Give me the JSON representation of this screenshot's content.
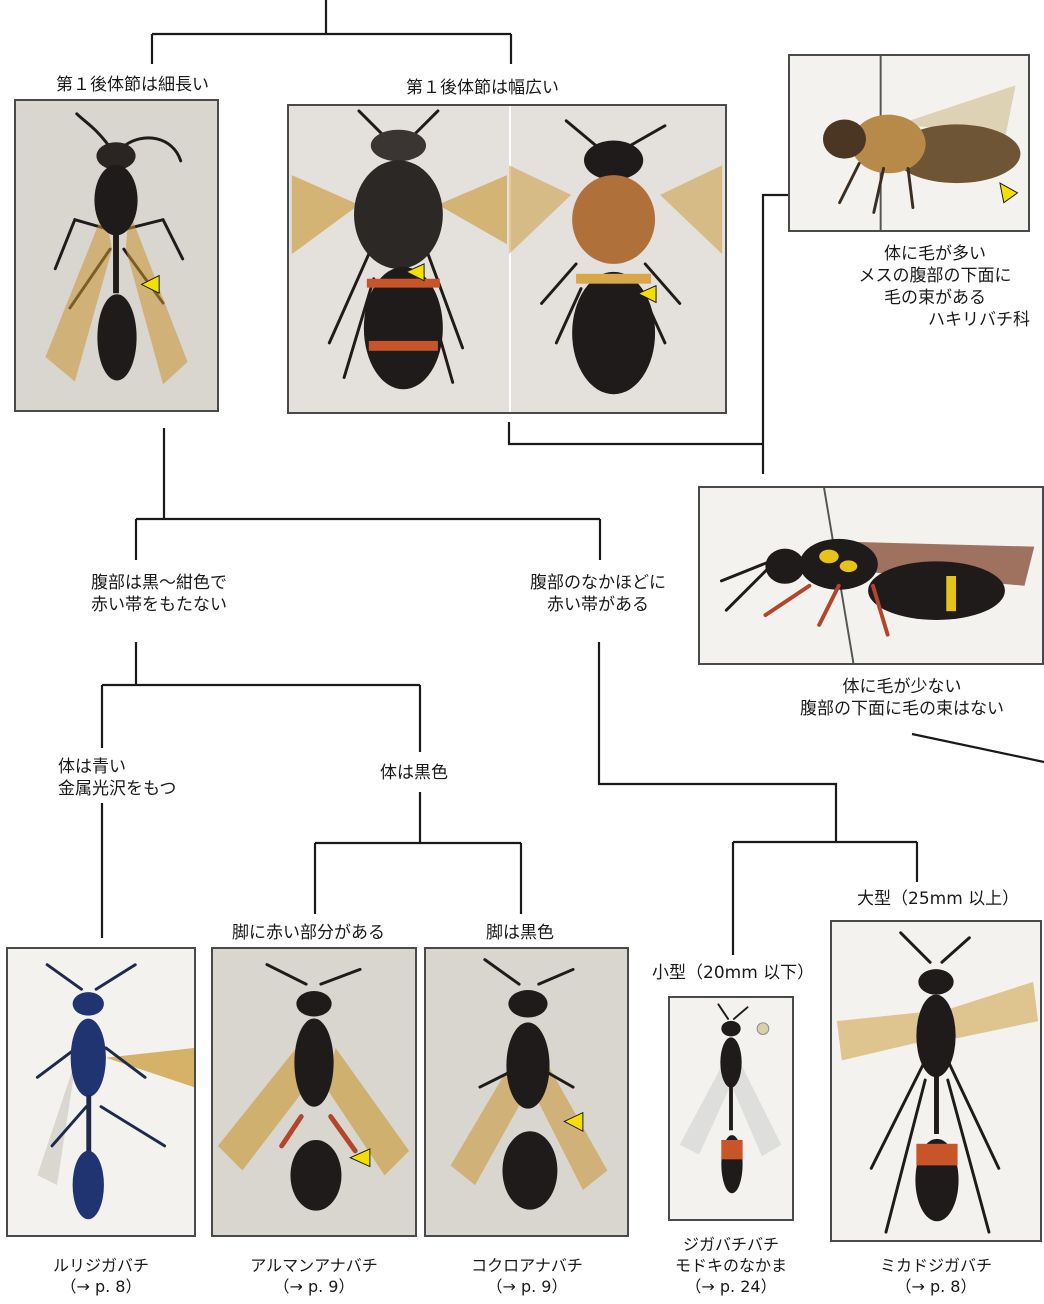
{
  "colors": {
    "line": "#1a1a1a",
    "frame": "#4a4a4a",
    "arrow": "#f3e000",
    "wing": "#c9962f",
    "body_black": "#1e1b1a",
    "band_orange": "#c8552a",
    "metal_blue": "#1f3470",
    "hair_tan": "#b88a4a",
    "spot_yellow": "#e6c21a"
  },
  "branches": {
    "first_segment_slender": "第１後体節は細長い",
    "first_segment_broad": "第１後体節は幅広い",
    "abdomen_no_band": [
      "腹部は黒〜紺色で",
      "赤い帯をもたない"
    ],
    "abdomen_red_band": [
      "腹部のなかほどに",
      "赤い帯がある"
    ],
    "body_blue": [
      "体は青い",
      "金属光沢をもつ"
    ],
    "body_black": "体は黒色",
    "legs_red": "脚に赤い部分がある",
    "legs_black": "脚は黒色",
    "small": "小型（20mm 以下）",
    "large": "大型（25mm 以上）",
    "hairy": [
      "体に毛が多い",
      "メスの腹部の下面に",
      "毛の束がある",
      "ハキリバチ科"
    ],
    "not_hairy": [
      "体に毛が少ない",
      "腹部の下面に毛の束はない"
    ]
  },
  "species": [
    {
      "name": "ルリジガバチ",
      "page": "（→ p. 8）",
      "icon": "blue-metallic-wasp"
    },
    {
      "name": "アルマンアナバチ",
      "page": "（→ p. 9）",
      "icon": "red-legged-digger-wasp"
    },
    {
      "name": "コクロアナバチ",
      "page": "（→ p. 9）",
      "icon": "black-digger-wasp"
    },
    {
      "name_lines": [
        "ジガバチバチ",
        "モドキのなかま"
      ],
      "page": "（→ p. 24）",
      "icon": "small-thread-waisted-wasp"
    },
    {
      "name": "ミカドジガバチ",
      "page": "（→ p. 8）",
      "icon": "large-thread-waisted-wasp"
    }
  ]
}
